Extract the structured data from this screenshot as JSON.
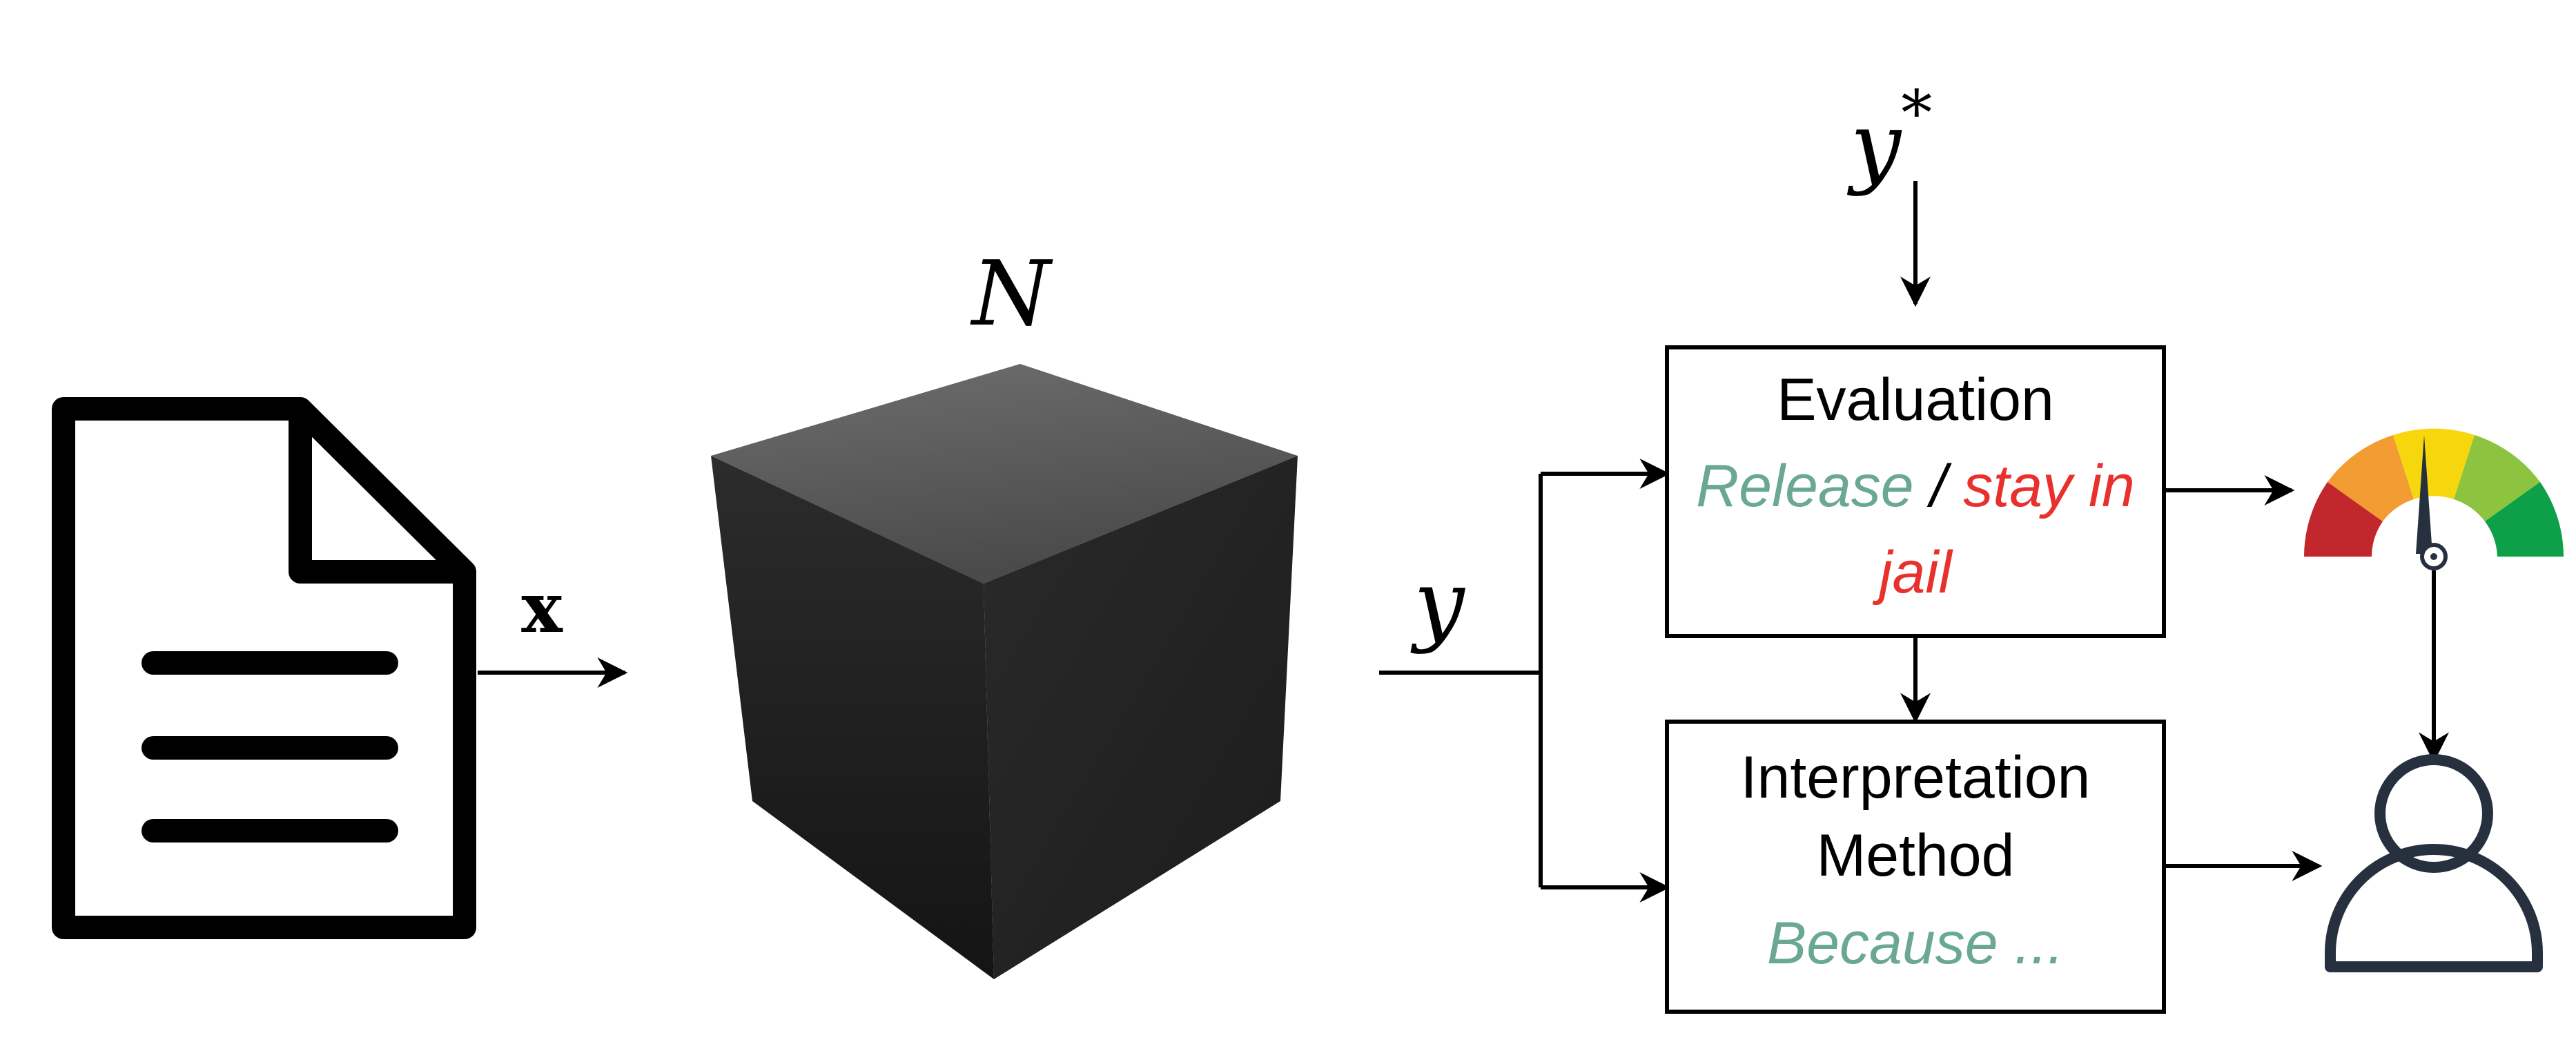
{
  "labels": {
    "input": "x",
    "network": "N",
    "output": "y",
    "ground_truth": "y",
    "ground_truth_sup": "*"
  },
  "evaluation_box": {
    "title": "Evaluation",
    "release": "Release",
    "separator": " / ",
    "stay": "stay in",
    "jail": "jail"
  },
  "interpretation_box": {
    "line1": "Interpretation",
    "line2": "Method",
    "because": "Because ..."
  },
  "icons": [
    "document-icon",
    "black-box-cube-icon",
    "gauge-icon",
    "user-icon"
  ],
  "colors": {
    "teal": "#6aa892",
    "red": "#e8312c",
    "gauge_red": "#c1272d",
    "gauge_orange": "#f39c33",
    "gauge_yellow": "#f6d70d",
    "gauge_lightgreen": "#8cc43f",
    "gauge_green": "#0e9f49",
    "user_stroke": "#26303e"
  }
}
